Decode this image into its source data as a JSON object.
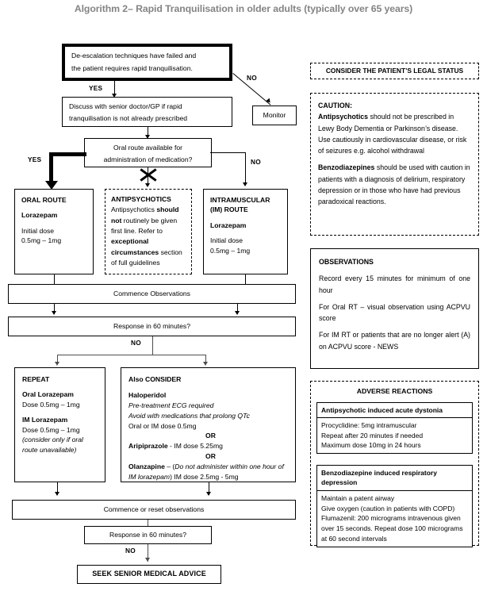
{
  "title": "Algorithm 2– Rapid Tranquilisation in older adults (typically over 65 years)",
  "flow": {
    "start": {
      "line1": "De-escalation techniques have failed and",
      "line2": "the patient requires rapid tranquilisation."
    },
    "labels": {
      "yes": "YES",
      "no": "NO",
      "yes_left": "YES",
      "no_right": "NO",
      "no_mid": "NO",
      "no_bottom": "NO"
    },
    "monitor": "Monitor",
    "discuss": {
      "line1": "Discuss with senior doctor/GP if rapid",
      "line2": "tranquilisation is not already prescribed"
    },
    "oral_route_q": {
      "line1": "Oral route available for",
      "line2": "administration of medication?"
    },
    "oral_route": {
      "heading": "ORAL ROUTE",
      "drug": "Lorazepam",
      "dose_label": "Initial dose",
      "dose": "0.5mg – 1mg"
    },
    "antipsychotics": {
      "heading": "ANTIPSYCHOTICS",
      "t1": "Antipsychotics ",
      "b1": "should",
      "t2": " ",
      "b2": "not",
      "t3": " routinely be given first line. Refer to ",
      "b3": "exceptional circumstances",
      "t4": " section of full guidelines"
    },
    "im_route": {
      "heading1": "INTRAMUSCULAR",
      "heading2": "(IM) ROUTE",
      "drug": "Lorazepam",
      "dose_label": "Initial dose",
      "dose": "0.5mg – 1mg"
    },
    "commence_obs": "Commence Observations",
    "response_1": "Response in 60 minutes?",
    "repeat": {
      "heading": "REPEAT",
      "drug1": "Oral Lorazepam",
      "dose1": "Dose 0.5mg – 1mg",
      "drug2": "IM Lorazepam",
      "dose2": "Dose 0.5mg – 1mg",
      "note": "(consider only if oral route unavailable)"
    },
    "also_consider": {
      "heading": "Also CONSIDER",
      "drug1": "Haloperidol",
      "d1_note1": "Pre-treatment ECG required",
      "d1_note2": "Avoid with medications that prolong QTc",
      "d1_dose": "Oral or IM dose 0.5mg",
      "or1": "OR",
      "drug2": "Aripiprazole",
      "d2_dose": " - IM dose 5.25mg",
      "or2": "OR",
      "drug3": "Olanzapine",
      "d3_pre": " – (",
      "d3_note": "Do not administer within one hour of IM lorazepam",
      "d3_post": ") IM dose 2.5mg - 5mg"
    },
    "commence_reset": "Commence or reset observations",
    "response_2": "Response in 60 minutes?",
    "seek": "SEEK SENIOR MEDICAL ADVICE"
  },
  "side": {
    "legal_status": "CONSIDER THE PATIENT’S LEGAL STATUS",
    "caution": {
      "heading": "CAUTION:",
      "p1_b": "Antipsychotics",
      "p1_t": " should not be prescribed in Lewy Body Dementia or Parkinson’s disease.  Use cautiously in cardiovascular disease, or risk of seizures e.g. alcohol withdrawal",
      "p2_b": "Benzodiazepines",
      "p2_t": " should be used with caution in patients with a diagnosis of delirium, respiratory depression or in those who have had previous paradoxical reactions."
    },
    "observations": {
      "heading": "OBSERVATIONS",
      "p1": "Record every 15 minutes for minimum of one hour",
      "p2": "For Oral RT – visual observation using ACPVU score",
      "p3": "For IM RT or patients that are no longer alert (A) on ACPVU score - NEWS"
    },
    "adverse": {
      "heading": "ADVERSE REACTIONS",
      "box1_head": "Antipsychotic induced acute dystonia",
      "box1_l1": "Procyclidine: 5mg intramuscular",
      "box1_l2": "Repeat after 20 minutes if needed",
      "box1_l3": "Maximum dose 10mg in 24 hours",
      "box2_head": "Benzodiazepine induced respiratory depression",
      "box2_l1": "Maintain a patent airway",
      "box2_l2": "Give oxygen (caution in patients with COPD)",
      "box2_l3": "Flumazenil: 200 micrograms intravenous given over 15 seconds. Repeat dose 100 micrograms at 60 second intervals"
    }
  },
  "colors": {
    "title_gray": "#848484",
    "line_black": "#000000",
    "line_gray": "#4d4d4d"
  }
}
